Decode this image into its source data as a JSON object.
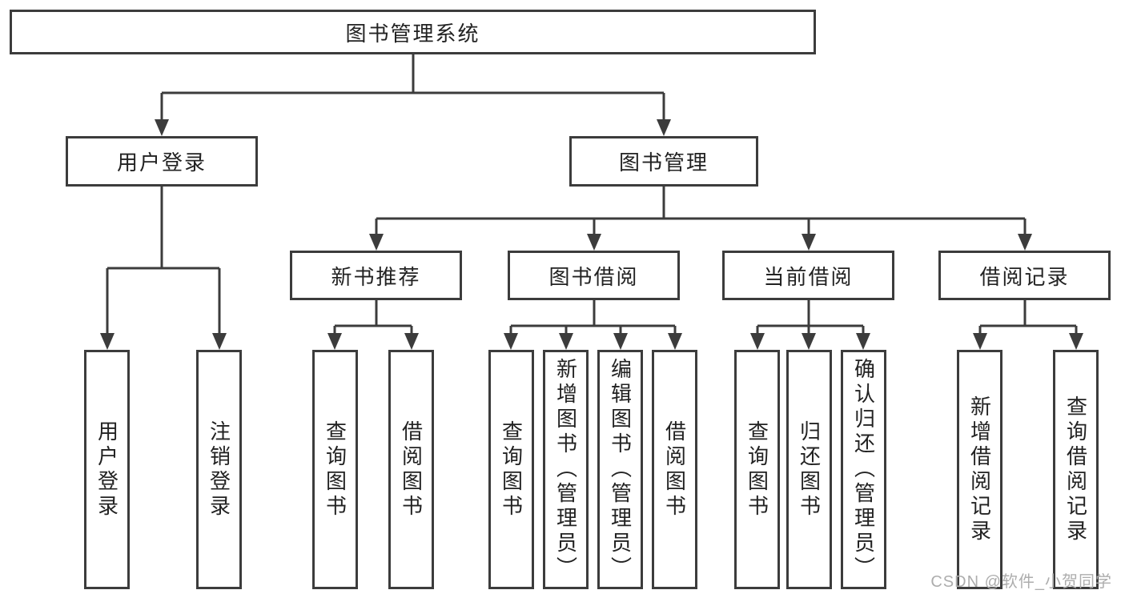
{
  "tree": {
    "label": "图书管理系统",
    "children": [
      {
        "label": "用户登录",
        "children": [
          {
            "label": "用户登录"
          },
          {
            "label": "注销登录"
          }
        ]
      },
      {
        "label": "图书管理",
        "children": [
          {
            "label": "新书推荐",
            "children": [
              {
                "label": "查询图书"
              },
              {
                "label": "借阅图书"
              }
            ]
          },
          {
            "label": "图书借阅",
            "children": [
              {
                "label": "查询图书"
              },
              {
                "label": "新增图书（管理员）"
              },
              {
                "label": "编辑图书（管理员）"
              },
              {
                "label": "借阅图书"
              }
            ]
          },
          {
            "label": "当前借阅",
            "children": [
              {
                "label": "查询图书"
              },
              {
                "label": "归还图书"
              },
              {
                "label": "确认归还（管理员）"
              }
            ]
          },
          {
            "label": "借阅记录",
            "children": [
              {
                "label": "新增借阅记录"
              },
              {
                "label": "查询借阅记录"
              }
            ]
          }
        ]
      }
    ]
  },
  "watermark": {
    "text": "CSDN @软件_小贺同学"
  },
  "colors": {
    "line": "#3c3c3c",
    "text": "#222222",
    "watermark": "#adadad",
    "background": "#ffffff"
  }
}
